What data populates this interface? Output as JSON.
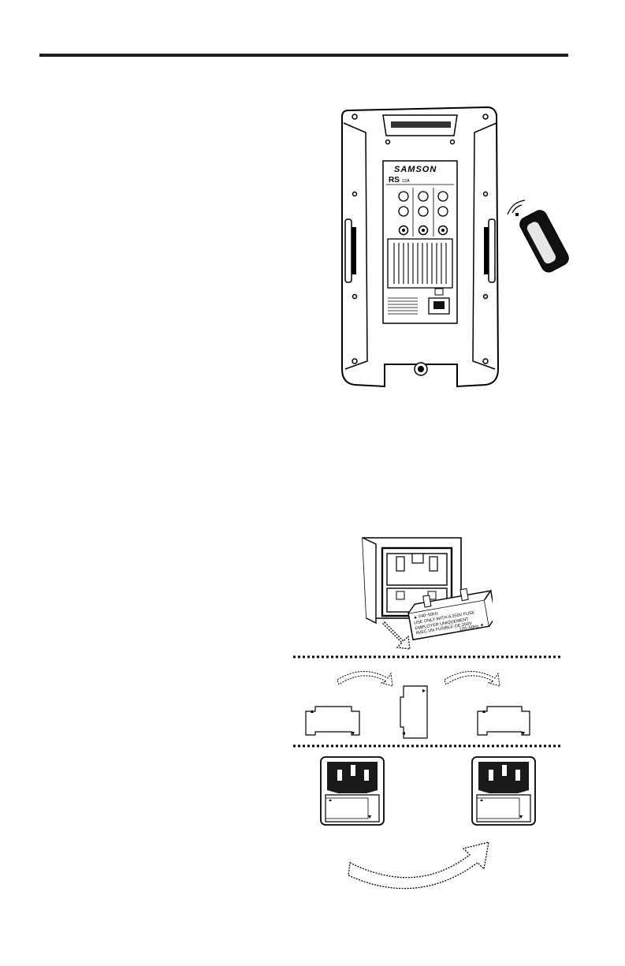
{
  "header": {
    "rule": "top-rule"
  },
  "speaker": {
    "brand": "SAMSON",
    "model": "RS",
    "model_suffix": "12A"
  },
  "fuse_drawer": {
    "line1": "▲ 240~50Hz",
    "line2": "USE ONLY WITH A 250V FUSE",
    "line3": "EMPLOYER UNIQUEMENT",
    "line4": "AVEC UN FUSIBLE DE 250V",
    "line5": "120~60Hz ▼"
  },
  "icons": {
    "remote": "remote-control-icon",
    "signal": "wireless-signal-icon",
    "arrow_down": "dotted-arrow-down-icon",
    "arrow_curve": "curved-arrow-icon",
    "arrow_large": "large-curved-arrow-icon"
  }
}
